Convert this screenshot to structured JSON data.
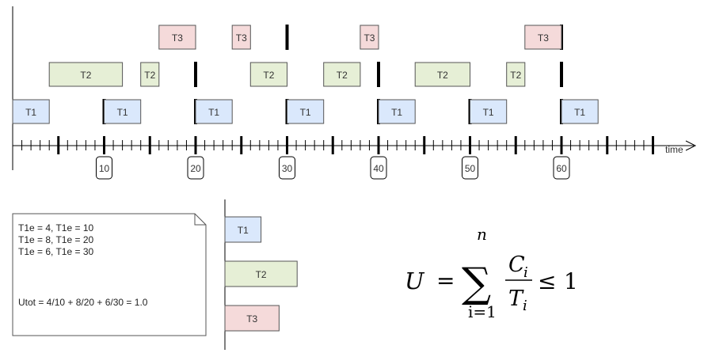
{
  "colors": {
    "T1": "#dae8fc",
    "T2": "#e6efd6",
    "T3": "#f5dada",
    "stroke": "#555555",
    "axis": "#000000"
  },
  "task_names": [
    "T1",
    "T2",
    "T3"
  ],
  "schedule": [
    {
      "task": "T1",
      "label": "T1",
      "start": 0,
      "end": 4
    },
    {
      "task": "T2",
      "label": "T2",
      "start": 4,
      "end": 12
    },
    {
      "task": "T1",
      "label": "T1",
      "start": 10,
      "end": 14
    },
    {
      "task": "T2",
      "label": "T2",
      "start": 14,
      "end": 16
    },
    {
      "task": "T3",
      "label": "T3",
      "start": 16,
      "end": 20
    },
    {
      "task": "T1",
      "label": "T1",
      "start": 20,
      "end": 24
    },
    {
      "task": "T3",
      "label": "T3",
      "start": 24,
      "end": 26
    },
    {
      "task": "T2",
      "label": "T2",
      "start": 26,
      "end": 30
    },
    {
      "task": "T1",
      "label": "T1",
      "start": 30,
      "end": 34
    },
    {
      "task": "T2",
      "label": "T2",
      "start": 34,
      "end": 38
    },
    {
      "task": "T3",
      "label": "T3",
      "start": 38,
      "end": 40
    },
    {
      "task": "T1",
      "label": "T1",
      "start": 40,
      "end": 44
    },
    {
      "task": "T2",
      "label": "T2",
      "start": 44,
      "end": 50
    },
    {
      "task": "T1",
      "label": "T1",
      "start": 50,
      "end": 54
    },
    {
      "task": "T2",
      "label": "T2",
      "start": 54,
      "end": 56
    },
    {
      "task": "T3",
      "label": "T3",
      "start": 56,
      "end": 60
    },
    {
      "task": "T1",
      "label": "T1",
      "start": 60,
      "end": 64
    }
  ],
  "releases": {
    "T1": [
      10,
      20,
      30,
      40,
      50,
      60
    ],
    "T2": [
      20,
      40,
      60
    ],
    "T3": [
      30,
      60
    ]
  },
  "axis": {
    "min": 0,
    "max": 70,
    "minor_step": 1,
    "major_step": 5,
    "label_values": [
      10,
      20,
      30,
      40,
      50,
      60
    ],
    "labels": [
      "10",
      "20",
      "30",
      "40",
      "50",
      "60"
    ],
    "title": "time"
  },
  "note": {
    "lines": [
      "T1e = 4, T1e = 10",
      "T1e = 8, T1e = 20",
      "T1e = 6, T1e = 30",
      "",
      "Utot = 4/10 + 8/20 + 6/30 = 1.0"
    ]
  },
  "utilization_bars": [
    {
      "task": "T1",
      "label": "T1",
      "value": 0.4
    },
    {
      "task": "T2",
      "label": "T2",
      "value": 0.8
    },
    {
      "task": "T3",
      "label": "T3",
      "value": 0.6
    }
  ],
  "formula": {
    "lhs": "U",
    "eq": "=",
    "sum": "∑",
    "upper": "n",
    "lower": "i=1",
    "numerator": "C",
    "numerator_sub": "i",
    "denominator": "T",
    "denominator_sub": "i",
    "rel": "≤",
    "rhs": "1"
  }
}
